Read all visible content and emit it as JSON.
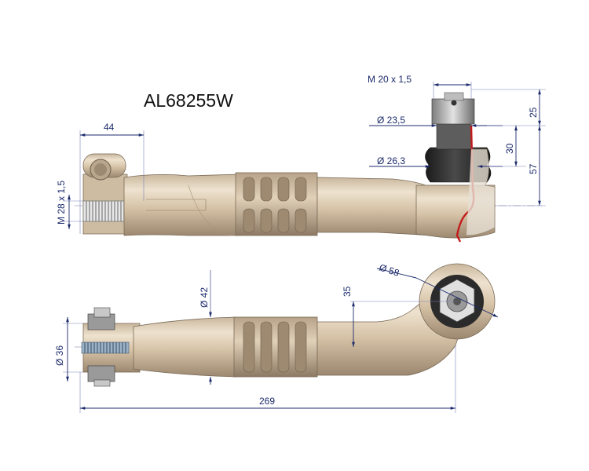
{
  "part_number": "AL68255W",
  "dimensions": {
    "thread_stud": "M 20  x 1,5",
    "height_25": "25",
    "height_30": "30",
    "height_57": "57",
    "diam_23_5": "Ø  23,5",
    "diam_26_3": "Ø  26,3",
    "clamp_44": "44",
    "thread_shank": "M 28 x 1,5",
    "diam_58": "Ø  58",
    "offset_35": "35",
    "diam_42": "Ø  42",
    "diam_36": "Ø  36",
    "length_269": "269"
  },
  "colors": {
    "dimension": "#1b2a6b",
    "body": "#d9c7ad",
    "body_dark": "#a8937a",
    "boot": "#2a2a2a",
    "section": "#c41a1a"
  }
}
